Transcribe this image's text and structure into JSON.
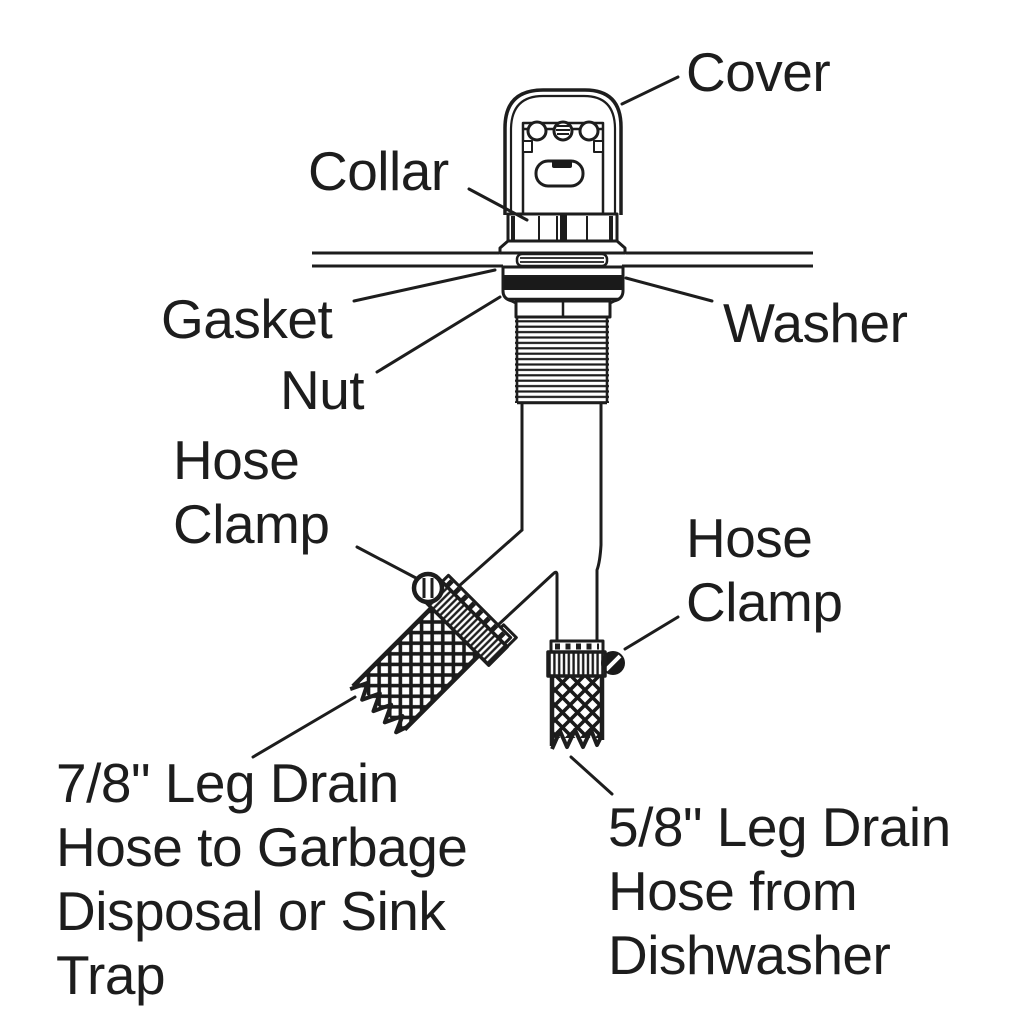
{
  "colors": {
    "ink": "#1d1d1d",
    "solid_fill": "#1a1a1a",
    "background": "#ffffff"
  },
  "labels": {
    "cover": "Cover",
    "collar": "Collar",
    "gasket": "Gasket",
    "nut": "Nut",
    "washer": "Washer",
    "hose_clamp_left": "Hose\nClamp",
    "hose_clamp_right": "Hose\nClamp",
    "leg_drain_78": "7/8\" Leg Drain\nHose to Garbage\nDisposal or Sink\nTrap",
    "leg_drain_58": "5/8\" Leg Drain\nHose from\nDishwasher"
  }
}
